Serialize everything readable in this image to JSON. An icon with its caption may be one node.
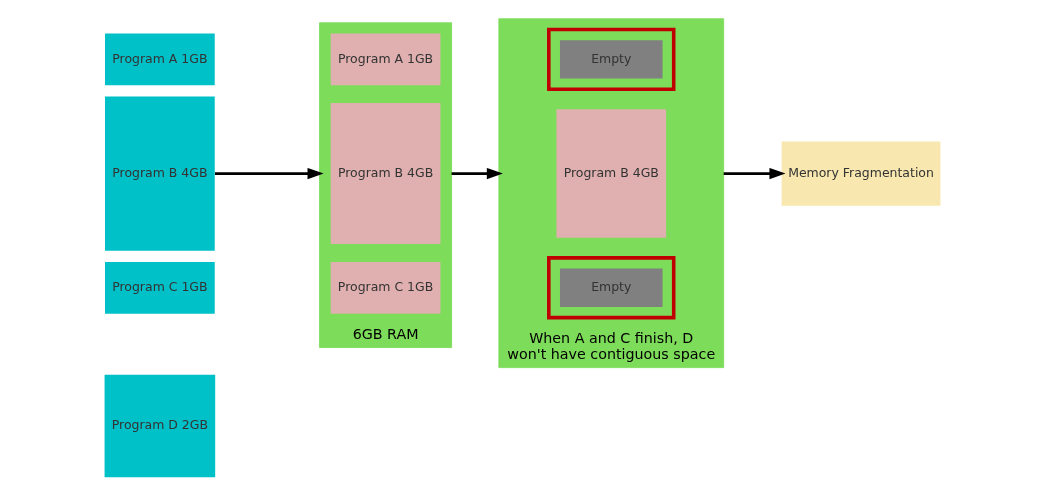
{
  "diagram": {
    "nodes": [
      {
        "text": [
          "Program A 1GB"
        ]
      },
      {
        "text": [
          "Program B 4GB"
        ]
      },
      {
        "text": [
          "Program C 1GB"
        ]
      },
      {
        "text": [
          "Program D 2GB"
        ]
      },
      {
        "text": [
          "6GB RAM"
        ]
      },
      {
        "text": [
          "Program A 1GB"
        ],
        "in": 4
      },
      {
        "text": [
          "Program B 4GB"
        ],
        "in": 4
      },
      {
        "text": [
          "Program C 1GB"
        ],
        "in": 4
      },
      {
        "text": [
          "When A and C finish, D won't have contiguous space"
        ]
      },
      {
        "text": [],
        "shape": "box",
        "in": 8
      },
      {
        "text": [
          "Empty"
        ],
        "in": 9
      },
      {
        "text": [
          "Program B 4GB"
        ],
        "in": 8
      },
      {
        "text": [],
        "shape": "box",
        "in": 8
      },
      {
        "text": [
          "Empty"
        ],
        "in": 12
      },
      {
        "text": [
          "Memory Fragmentation"
        ]
      }
    ],
    "edges": [
      {
        "from": 1,
        "to": 4,
        "arrow": "to"
      },
      {
        "from": 4,
        "to": 8,
        "arrow": "to"
      },
      {
        "from": 8,
        "to": 14,
        "arrow": "to"
      }
    ]
  }
}
